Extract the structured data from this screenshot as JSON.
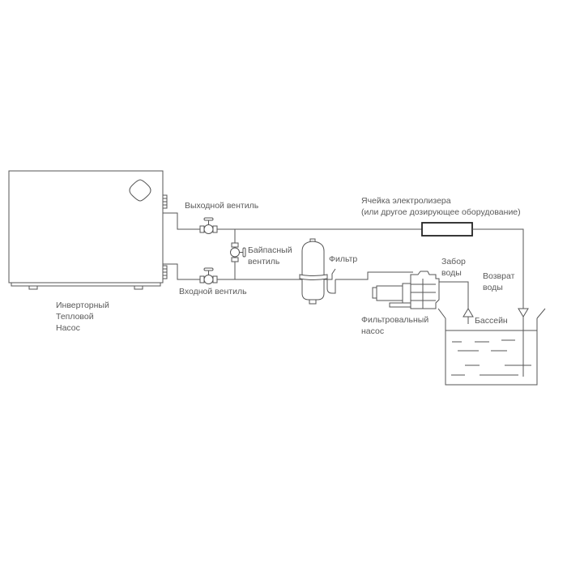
{
  "diagram": {
    "type": "pool heat pump installation schematic",
    "components": {
      "heat_pump": {
        "label_lines": [
          "Инверторный",
          "Тепловой",
          "Насос"
        ]
      },
      "outlet_valve": {
        "label": "Выходной вентиль"
      },
      "inlet_valve": {
        "label": "Входной вентиль"
      },
      "bypass_valve": {
        "label_lines": [
          "Байпасный",
          "вентиль"
        ]
      },
      "filter": {
        "label": "Фильтр"
      },
      "electrolyzer": {
        "label_lines": [
          "Ячейка электролизера",
          "(или другое дозирующее оборудование)"
        ]
      },
      "filter_pump": {
        "label_lines": [
          "Фильтровальный",
          "насос"
        ]
      },
      "water_intake": {
        "label_lines": [
          "Забор",
          "воды"
        ]
      },
      "water_return": {
        "label_lines": [
          "Возврат",
          "воды"
        ]
      },
      "pool": {
        "label": "Бассейн"
      }
    }
  }
}
